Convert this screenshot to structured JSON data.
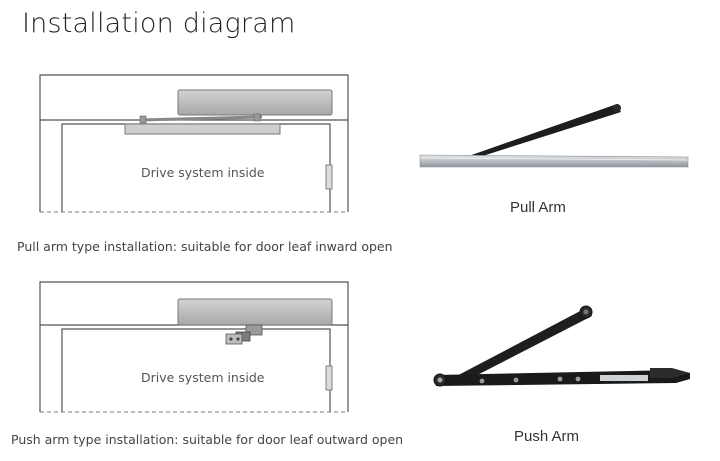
{
  "title": "Installation diagram",
  "diagram_pull": {
    "inside_label": "Drive system inside",
    "caption": "Pull arm type installation: suitable for door leaf inward open"
  },
  "diagram_push": {
    "inside_label": "Drive system inside",
    "caption": "Push arm type installation: suitable for door leaf outward open"
  },
  "pull_arm_label": "Pull Arm",
  "push_arm_label": "Push Arm",
  "colors": {
    "line": "#555555",
    "operator_fill": "#bdbdbd",
    "arm_dark": "#1a1a1a",
    "rail_silver": "#c8ccd0"
  }
}
